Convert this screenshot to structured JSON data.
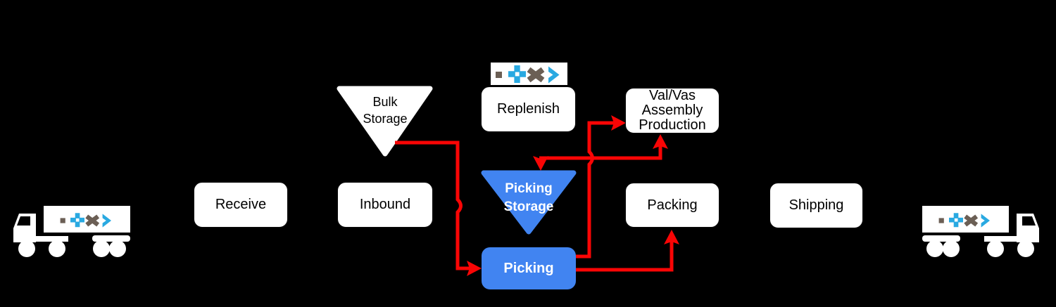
{
  "title": "Warehouse process flow diagram",
  "colors": {
    "background": "#000000",
    "box_fill": "#ffffff",
    "box_text": "#000000",
    "accent_blue": "#4184f1",
    "arrow_red": "#f90505",
    "logo_blue": "#29a9e1",
    "logo_brown": "#6b5f55",
    "white": "#ffffff"
  },
  "nodes": {
    "receive": {
      "label": "Receive",
      "shape": "rounded-box"
    },
    "inbound": {
      "label": "Inbound",
      "shape": "rounded-box"
    },
    "bulk_storage": {
      "label": "Bulk\nStorage",
      "shape": "inverted-triangle"
    },
    "replenish": {
      "label": "Replenish",
      "shape": "rounded-box"
    },
    "val_vas": {
      "label": "Val/Vas\nAssembly\nProduction",
      "shape": "rounded-box"
    },
    "picking_storage": {
      "label": "Picking\nStorage",
      "shape": "inverted-triangle-blue"
    },
    "picking": {
      "label": "Picking",
      "shape": "rounded-box-blue"
    },
    "packing": {
      "label": "Packing",
      "shape": "rounded-box"
    },
    "shipping": {
      "label": "Shipping",
      "shape": "rounded-box"
    }
  },
  "edges": [
    {
      "from": "Bulk Storage",
      "to": "Picking",
      "color": "red",
      "bidirectional": false
    },
    {
      "from": "Picking",
      "to": "Val/Vas Assembly Production",
      "color": "red",
      "bidirectional": false
    },
    {
      "from": "Val/Vas Assembly Production",
      "to": "Picking Storage",
      "color": "red",
      "bidirectional": true
    },
    {
      "from": "Picking",
      "to": "Packing",
      "color": "red",
      "bidirectional": false
    }
  ],
  "icons": {
    "truck_left": "delivery-truck-facing-left",
    "truck_right": "delivery-truck-facing-right",
    "logo": "brand-logo-square-plus-x-chevron"
  }
}
